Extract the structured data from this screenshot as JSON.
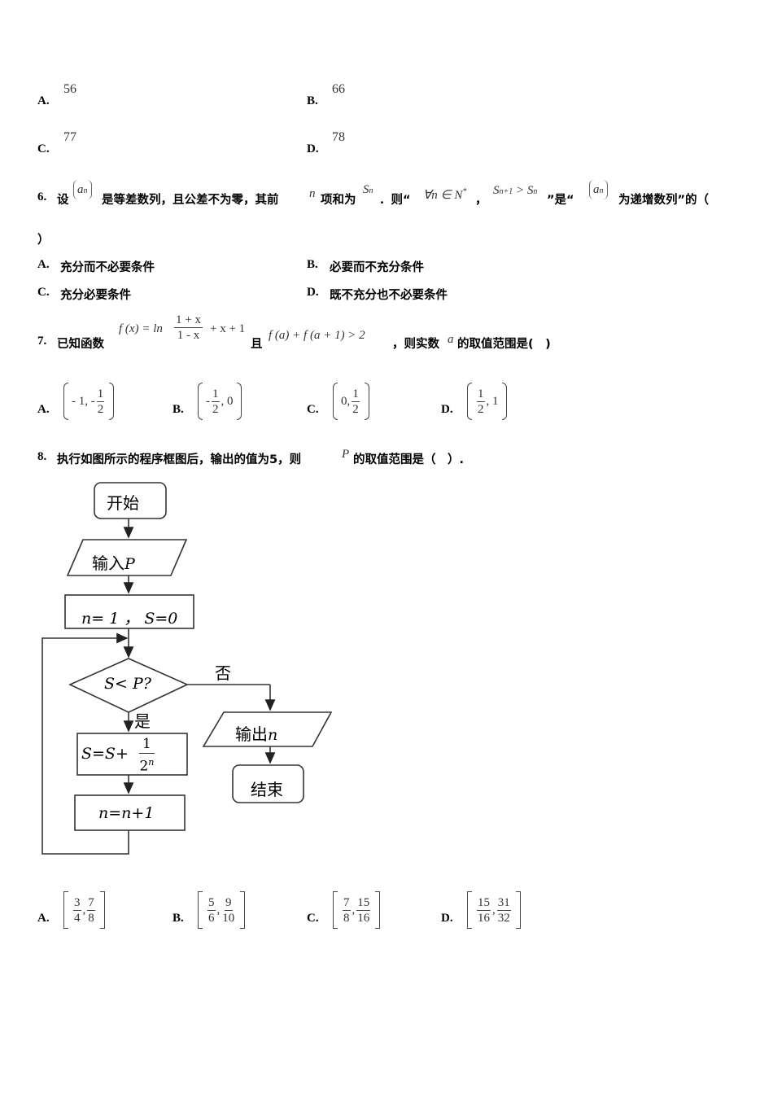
{
  "q5": {
    "options": [
      {
        "label": "A.",
        "value": "56"
      },
      {
        "label": "B.",
        "value": "66"
      },
      {
        "label": "C.",
        "value": "77"
      },
      {
        "label": "D.",
        "value": "78"
      }
    ]
  },
  "q6": {
    "number": "6.",
    "t1": "设",
    "seq": "a",
    "seq_sub": "n",
    "t2": "是等差数列，且公差不为零，其前",
    "n": "n",
    "t3": "项和为",
    "S": "S",
    "S_sub": "n",
    "t4": "．则“",
    "forall": "∀n ∈ N",
    "forall_sup": "*",
    "comma": "，",
    "ineq_left": "S",
    "ineq_left_sub": "n+1",
    "ineq_op": " > S",
    "ineq_right_sub": "n",
    "t5": "”是“",
    "t6": "为递增数列”的（",
    "close": "）",
    "options": [
      {
        "label": "A.",
        "text": "充分而不必要条件"
      },
      {
        "label": "B.",
        "text": "必要而不充分条件"
      },
      {
        "label": "C.",
        "text": "充分必要条件"
      },
      {
        "label": "D.",
        "text": "既不充分也不必要条件"
      }
    ]
  },
  "q7": {
    "number": "7.",
    "t1": "已知函数",
    "f_lhs": "f (x) = ln",
    "frac_num": "1 + x",
    "frac_den": "1 - x",
    "f_tail": "+ x + 1",
    "t2": "且",
    "cond": "f (a) + f (a + 1) > 2",
    "t3": "，则实数",
    "var": "a",
    "t4": "的取值范围是(　)",
    "options": [
      {
        "label": "A.",
        "left": "- 1, -",
        "num": "1",
        "den": "2",
        "right": ""
      },
      {
        "label": "B.",
        "left": "-",
        "num": "1",
        "den": "2",
        "right": ", 0"
      },
      {
        "label": "C.",
        "left": "0,",
        "num": "1",
        "den": "2",
        "right": ""
      },
      {
        "label": "D.",
        "left": "",
        "num": "1",
        "den": "2",
        "right": ", 1"
      }
    ]
  },
  "q8": {
    "number": "8.",
    "t1": "执行如图所示的程序框图后，输出的值为5，则",
    "var": "P",
    "t2": "的取值范围是（　）.",
    "flow": {
      "start": "开始",
      "input": "输入",
      "input_var": "P",
      "init": "n= 1 ， S=0",
      "cond": "S< P?",
      "no": "否",
      "yes": "是",
      "update_lhs": "S=S+",
      "update_num": "1",
      "update_den": "2",
      "update_den_sup": "n",
      "incr": "n=n+1",
      "output": "输出",
      "output_var": "n",
      "end": "结束"
    },
    "options": [
      {
        "label": "A.",
        "n1": "3",
        "d1": "4",
        "n2": "7",
        "d2": "8"
      },
      {
        "label": "B.",
        "n1": "5",
        "d1": "6",
        "n2": "9",
        "d2": "10"
      },
      {
        "label": "C.",
        "n1": "7",
        "d1": "8",
        "n2": "15",
        "d2": "16"
      },
      {
        "label": "D.",
        "n1": "15",
        "d1": "16",
        "n2": "31",
        "d2": "32"
      }
    ]
  }
}
